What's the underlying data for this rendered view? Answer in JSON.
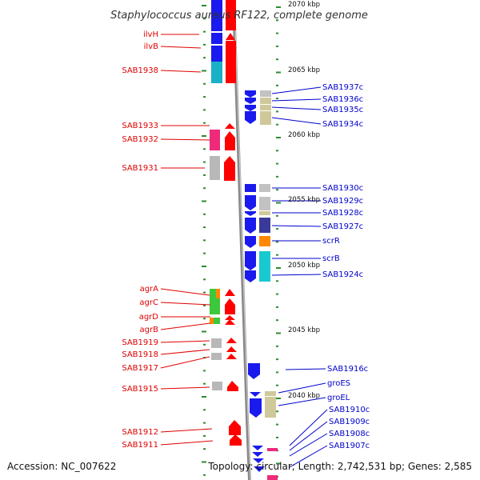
{
  "title": "Staphylococcus aureus RF122, complete genome",
  "accession": "Accession: NC_007622",
  "topology": "Topology: circular; Length: 2,742,531 bp; Genes: 2,585",
  "kbp_ticks": [
    "2070 kbp",
    "2065 kbp",
    "2060 kbp",
    "2055 kbp",
    "2050 kbp",
    "2045 kbp",
    "2040 kbp"
  ],
  "left_genes": [
    "ilvH",
    "ilvB",
    "SAB1938",
    "SAB1933",
    "SAB1932",
    "SAB1931",
    "agrA",
    "agrC",
    "agrD",
    "agrB",
    "SAB1919",
    "SAB1918",
    "SAB1917",
    "SAB1915",
    "SAB1912",
    "SAB1911"
  ],
  "right_genes": [
    "SAB1937c",
    "SAB1936c",
    "SAB1935c",
    "SAB1934c",
    "SAB1930c",
    "SAB1929c",
    "SAB1928c",
    "SAB1927c",
    "scrR",
    "scrB",
    "SAB1924c",
    "SAB1916c",
    "groES",
    "groEL",
    "SAB1910c",
    "SAB1909c",
    "SAB1908c",
    "SAB1907c"
  ],
  "colors": {
    "forward": "#ff0000",
    "reverse": "#0000ff",
    "left_label": "#e00000",
    "right_label": "#0000cc",
    "tick": "#2e8b2e"
  }
}
